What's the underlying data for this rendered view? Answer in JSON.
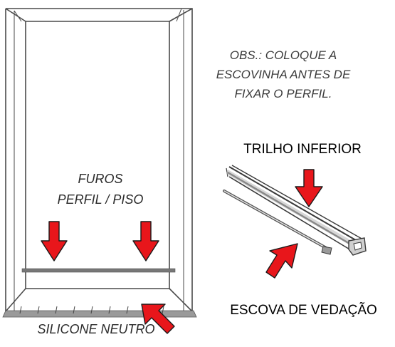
{
  "labels": {
    "note_lines": [
      "OBS.: COLOQUE A",
      "ESCOVINHA ANTES DE",
      "FIXAR O PERFIL."
    ],
    "holes_lines": [
      "FUROS",
      "PERFIL / PISO"
    ],
    "silicone": "SILICONE NEUTRO",
    "bottom_rail": "TRILHO INFERIOR",
    "seal_brush": "ESCOVA DE VEDAÇÃO"
  },
  "colors": {
    "arrow_fill": "#e8161b",
    "arrow_stroke": "#1a1a1a",
    "outline": "#4a4a4a",
    "rail": "#6b6b6b",
    "profile_bar": "#777777",
    "floor": "#8a8a8a"
  },
  "icons": {
    "arrow": "red-arrow-icon",
    "rail": "aluminum-rail-icon"
  }
}
